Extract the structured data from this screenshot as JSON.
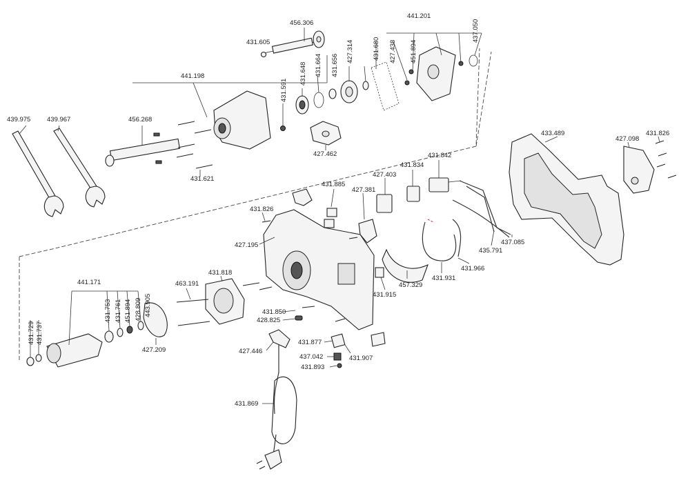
{
  "labels": {
    "p456_306": "456.306",
    "p441_201": "441.201",
    "p431_605": "431.605",
    "p441_198": "441.198",
    "p427_438": "427.438",
    "p451_894_top": "451.894",
    "p437_050": "437.050",
    "p431_680": "431.680",
    "p427_314": "427.314",
    "p431_656": "431.656",
    "p431_664": "431.664",
    "p431_648": "431.648",
    "p431_591": "431.591",
    "p439_975": "439.975",
    "p439_967": "439.967",
    "p456_268": "456.268",
    "p431_621": "431.621",
    "p427_462": "427.462",
    "p433_489": "433.489",
    "p431_826_right": "431.826",
    "p427_098": "427.098",
    "p431_842": "431.842",
    "p431_834": "431.834",
    "p427_403": "427.403",
    "p431_885": "431.885",
    "p427_381": "427.381",
    "p431_826_left": "431.826",
    "p427_195": "427.195",
    "p437_085": "437.085",
    "p435_791": "435.791",
    "p431_966": "431.966",
    "p431_931": "431.931",
    "p457_329": "457.329",
    "p431_915": "431.915",
    "p441_171": "441.171",
    "p431_753": "431.753",
    "p431_761": "431.761",
    "p451_894_bottom": "451.894",
    "p428_809": "428.809",
    "p443_905": "443.905",
    "p431_729": "431.729",
    "p431_737": "431.737",
    "p463_191": "463.191",
    "p431_818": "431.818",
    "p431_850": "431.850",
    "p428_825": "428.825",
    "p427_209": "427.209",
    "p431_877": "431.877",
    "p437_042": "437.042",
    "p431_907": "431.907",
    "p431_893": "431.893",
    "p427_446": "427.446",
    "p431_869": "431.869"
  },
  "colors": {
    "line": "#333333",
    "part_fill": "#f4f4f4",
    "wire_accent": "#cc3333"
  }
}
